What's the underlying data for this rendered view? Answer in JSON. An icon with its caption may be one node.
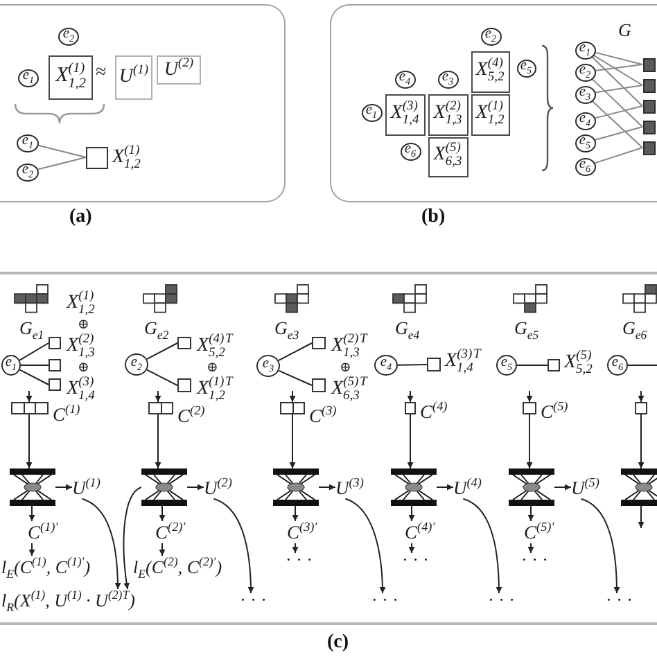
{
  "diagram": {
    "nodes": [
      {
        "text": [],
        "shape": "box",
        "beside": [
          "(a)"
        ]
      },
      {
        "text": [
          "e$_{2}$"
        ],
        "in": 0
      },
      {
        "text": [
          "e$_{1}$"
        ],
        "in": 0
      },
      {
        "text": [
          "X$^{(1)}$$_{1,2}$"
        ],
        "in": 0
      },
      {
        "text": [
          "U$^{(1)}$"
        ],
        "in": 0
      },
      {
        "text": [
          "U$^{(2)}$"
        ],
        "in": 0
      },
      {
        "text": [
          "e$_{1}$"
        ],
        "in": 0
      },
      {
        "text": [
          "e$_{2}$"
        ],
        "in": 0
      },
      {
        "text": [],
        "shape": "box",
        "in": 0,
        "beside": [
          "X$^{(1)}$$_{1,2}$"
        ]
      },
      {
        "text": [],
        "shape": "box",
        "beside": [
          "(b)"
        ]
      },
      {
        "text": [
          "e$_{2}$"
        ],
        "in": 9
      },
      {
        "text": [
          "X$^{(4)}$$_{5,2}$"
        ],
        "in": 9
      },
      {
        "text": [
          "e$_{5}$"
        ],
        "in": 9
      },
      {
        "text": [
          "e$_{4}$"
        ],
        "in": 9
      },
      {
        "text": [
          "e$_{3}$"
        ],
        "in": 9
      },
      {
        "text": [
          "e$_{1}$"
        ],
        "in": 9
      },
      {
        "text": [
          "X$^{(3)}$$_{1,4}$"
        ],
        "in": 9
      },
      {
        "text": [
          "X$^{(2)}$$_{1,3}$"
        ],
        "in": 9
      },
      {
        "text": [
          "X$^{(1)}$$_{1,2}$"
        ],
        "in": 9
      },
      {
        "text": [
          "e$_{6}$"
        ],
        "in": 9
      },
      {
        "text": [
          "X$^{(5)}$$_{6,3}$"
        ],
        "in": 9
      },
      {
        "text": [
          "e$_{1}$"
        ],
        "in": 9
      },
      {
        "text": [
          "e$_{2}$"
        ],
        "in": 9
      },
      {
        "text": [
          "e$_{3}$"
        ],
        "in": 9
      },
      {
        "text": [
          "e$_{4}$"
        ],
        "in": 9
      },
      {
        "text": [
          "e$_{5}$"
        ],
        "in": 9
      },
      {
        "text": [
          "e$_{6}$"
        ],
        "in": 9
      },
      {
        "text": [],
        "shape": "box",
        "in": 9
      },
      {
        "text": [],
        "shape": "box",
        "in": 9
      },
      {
        "text": [],
        "shape": "box",
        "in": 9
      },
      {
        "text": [],
        "shape": "box",
        "in": 9
      },
      {
        "text": [],
        "shape": "box",
        "in": 9
      },
      {
        "text": [
          "e$_{1}$"
        ]
      },
      {
        "text": [],
        "shape": "box"
      },
      {
        "text": [],
        "shape": "box"
      },
      {
        "text": [],
        "shape": "box"
      },
      {
        "text": [],
        "shape": "box",
        "beside": [
          "C$^{(1)}$"
        ]
      },
      {
        "text": [],
        "shape": "picture"
      },
      {
        "text": [
          "U$^{(1)}$"
        ]
      },
      {
        "text": [
          "C$^{(1)′}$"
        ]
      },
      {
        "text": [
          "l$_{E}$(C$^{(1)}$, C$^{(1)′}$)"
        ]
      },
      {
        "text": [
          "l$_{R}$(X$^{(1)}$, U$^{(1)}$ · U$^{(2)T}$)"
        ]
      },
      {
        "text": [
          "e$_{2}$"
        ]
      },
      {
        "text": [],
        "shape": "box"
      },
      {
        "text": [],
        "shape": "box"
      },
      {
        "text": [],
        "shape": "box",
        "beside": [
          "C$^{(2)}$"
        ]
      },
      {
        "text": [],
        "shape": "picture"
      },
      {
        "text": [
          "U$^{(2)}$"
        ]
      },
      {
        "text": [
          "C$^{(2)′}$"
        ]
      },
      {
        "text": [
          "l$_{E}$(C$^{(2)}$, C$^{(2)′}$)"
        ]
      },
      {
        "text": [
          "· · ·"
        ]
      },
      {
        "text": [
          "e$_{3}$"
        ]
      },
      {
        "text": [],
        "shape": "box"
      },
      {
        "text": [],
        "shape": "box"
      },
      {
        "text": [],
        "shape": "box",
        "beside": [
          "C$^{(3)}$"
        ]
      },
      {
        "text": [],
        "shape": "picture"
      },
      {
        "text": [
          "U$^{(3)}$"
        ]
      },
      {
        "text": [
          "C$^{(3)′}$"
        ]
      },
      {
        "text": [
          "· · ·"
        ]
      },
      {
        "text": [
          "· · ·"
        ]
      },
      {
        "text": [
          "e$_{4}$"
        ]
      },
      {
        "text": [],
        "shape": "box"
      },
      {
        "text": [],
        "shape": "box",
        "beside": [
          "C$^{(4)}$"
        ]
      },
      {
        "text": [],
        "shape": "picture"
      },
      {
        "text": [
          "U$^{(4)}$"
        ]
      },
      {
        "text": [
          "C$^{(4)′}$"
        ]
      },
      {
        "text": [
          "· · ·"
        ]
      },
      {
        "text": [
          "· · ·"
        ]
      },
      {
        "text": [
          "e$_{5}$"
        ]
      },
      {
        "text": [],
        "shape": "box"
      },
      {
        "text": [],
        "shape": "box",
        "beside": [
          "C$^{(5)}$"
        ]
      },
      {
        "text": [],
        "shape": "picture"
      },
      {
        "text": [
          "U$^{(5)}$"
        ]
      },
      {
        "text": [
          "C$^{(5)′}$"
        ]
      },
      {
        "text": [
          "· · ·"
        ]
      },
      {
        "text": [
          "· · ·"
        ]
      },
      {
        "text": [
          "e$_{6}$"
        ]
      },
      {
        "text": [],
        "shape": "box"
      },
      {
        "text": [],
        "shape": "picture"
      }
    ],
    "edges": [
      {
        "from": 6,
        "to": 8,
        "arrow": "none",
        "color": "#888888"
      },
      {
        "from": 7,
        "to": 8,
        "arrow": "none",
        "color": "#888888"
      },
      {
        "from": 21,
        "to": 27,
        "arrow": "none",
        "color": "#888888"
      },
      {
        "from": 21,
        "to": 28,
        "arrow": "none",
        "color": "#888888"
      },
      {
        "from": 21,
        "to": 29,
        "arrow": "none",
        "color": "#888888"
      },
      {
        "from": 22,
        "to": 27,
        "arrow": "none",
        "color": "#888888"
      },
      {
        "from": 22,
        "to": 30,
        "arrow": "none",
        "color": "#888888"
      },
      {
        "from": 23,
        "to": 28,
        "arrow": "none",
        "color": "#888888"
      },
      {
        "from": 23,
        "to": 31,
        "arrow": "none",
        "color": "#888888"
      },
      {
        "from": 24,
        "to": 29,
        "arrow": "none",
        "color": "#888888"
      },
      {
        "from": 25,
        "to": 30,
        "arrow": "none",
        "color": "#888888"
      },
      {
        "from": 26,
        "to": 31,
        "arrow": "none",
        "color": "#888888"
      },
      {
        "from": 32,
        "to": 33,
        "arrow": "none"
      },
      {
        "from": 32,
        "to": 34,
        "arrow": "none"
      },
      {
        "from": 32,
        "to": 35,
        "arrow": "none"
      },
      {
        "from": null,
        "to": 36,
        "arrow": "to"
      },
      {
        "from": 36,
        "to": 37,
        "arrow": "to"
      },
      {
        "from": 37,
        "to": 38,
        "arrow": "to"
      },
      {
        "from": 37,
        "to": 39,
        "arrow": "to"
      },
      {
        "from": 39,
        "to": 40,
        "arrow": "to"
      },
      {
        "from": 38,
        "to": 41,
        "arrow": "to"
      },
      {
        "from": 46,
        "to": 41,
        "arrow": "to"
      },
      {
        "from": 42,
        "to": 43,
        "arrow": "none"
      },
      {
        "from": 42,
        "to": 44,
        "arrow": "none"
      },
      {
        "from": null,
        "to": 45,
        "arrow": "to"
      },
      {
        "from": 45,
        "to": 46,
        "arrow": "to"
      },
      {
        "from": 46,
        "to": 47,
        "arrow": "to"
      },
      {
        "from": 46,
        "to": 48,
        "arrow": "to"
      },
      {
        "from": 48,
        "to": 49,
        "arrow": "to"
      },
      {
        "from": 47,
        "to": 50,
        "arrow": "to"
      },
      {
        "from": 51,
        "to": 52,
        "arrow": "none"
      },
      {
        "from": 51,
        "to": 53,
        "arrow": "none"
      },
      {
        "from": null,
        "to": 54,
        "arrow": "to"
      },
      {
        "from": 54,
        "to": 55,
        "arrow": "to"
      },
      {
        "from": 55,
        "to": 56,
        "arrow": "to"
      },
      {
        "from": 55,
        "to": 57,
        "arrow": "to"
      },
      {
        "from": 57,
        "to": 58,
        "arrow": "to"
      },
      {
        "from": 56,
        "to": 59,
        "arrow": "to"
      },
      {
        "from": 60,
        "to": 61,
        "arrow": "none"
      },
      {
        "from": null,
        "to": 62,
        "arrow": "to"
      },
      {
        "from": 62,
        "to": 63,
        "arrow": "to"
      },
      {
        "from": 63,
        "to": 64,
        "arrow": "to"
      },
      {
        "from": 63,
        "to": 65,
        "arrow": "to"
      },
      {
        "from": 65,
        "to": 66,
        "arrow": "to"
      },
      {
        "from": 64,
        "to": 67,
        "arrow": "to"
      },
      {
        "from": 68,
        "to": 69,
        "arrow": "none"
      },
      {
        "from": null,
        "to": 70,
        "arrow": "to"
      },
      {
        "from": 70,
        "to": 71,
        "arrow": "to"
      },
      {
        "from": 71,
        "to": 72,
        "arrow": "to"
      },
      {
        "from": 71,
        "to": 73,
        "arrow": "to"
      },
      {
        "from": 73,
        "to": 74,
        "arrow": "to"
      },
      {
        "from": 72,
        "to": 75,
        "arrow": "to"
      },
      {
        "from": 76,
        "to": null,
        "arrow": "none"
      },
      {
        "from": null,
        "to": 77,
        "arrow": "to"
      },
      {
        "from": 77,
        "to": 78,
        "arrow": "to"
      },
      {
        "from": 78,
        "to": null,
        "arrow": "to"
      }
    ],
    "labels": [
      "≈",
      "G",
      "G$_{e1}$",
      "X$^{(1)}$$_{1,2}$",
      "⊕",
      "X$^{(2)}$$_{1,3}$",
      "⊕",
      "X$^{(3)}$$_{1,4}$",
      "G$_{e2}$",
      "X$^{(4)}$$_{5,2}$$^{T}$",
      "⊕",
      "X$^{(1)}$$_{1,2}$$^{T}$",
      "G$_{e3}$",
      "X$^{(2)}$$_{1,3}$$^{T}$",
      "⊕",
      "X$^{(5)}$$_{6,3}$$^{T}$",
      "G$_{e4}$",
      "X$^{(3)}$$_{1,4}$$^{T}$",
      "G$_{e5}$",
      "X$^{(5)}$$_{5,2}$",
      "G$_{e6}$",
      "(c)"
    ]
  }
}
